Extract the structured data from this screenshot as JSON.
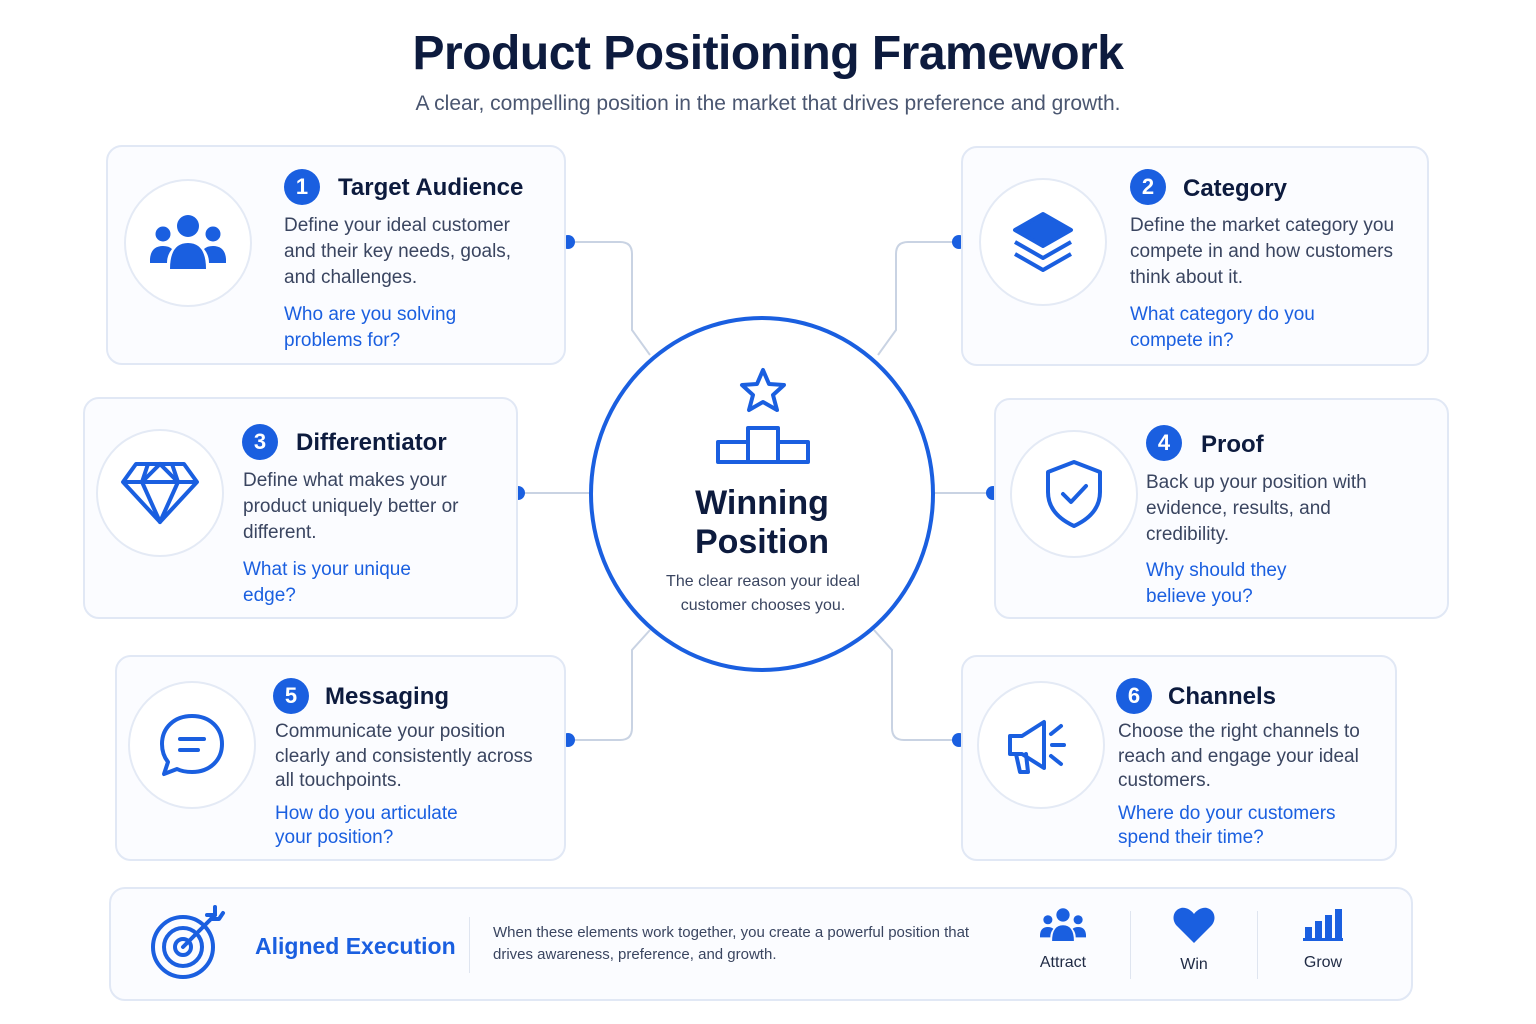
{
  "header": {
    "title": "Product Positioning Framework",
    "subtitle": "A clear, compelling position in the market that drives preference and growth."
  },
  "center": {
    "title_line1": "Winning",
    "title_line2": "Position",
    "description": "The clear reason your ideal customer chooses you.",
    "icon": "podium-star-icon"
  },
  "cards": [
    {
      "number": "1",
      "title": "Target Audience",
      "description": "Define your ideal customer and their key needs, goals, and challenges.",
      "question": "Who are you solving problems for?",
      "icon": "people-icon"
    },
    {
      "number": "2",
      "title": "Category",
      "description": "Define the market category you compete in and how customers think about it.",
      "question": "What category do you compete in?",
      "icon": "layers-icon"
    },
    {
      "number": "3",
      "title": "Differentiator",
      "description": "Define what makes your product uniquely better or different.",
      "question": "What is your unique edge?",
      "icon": "diamond-icon"
    },
    {
      "number": "4",
      "title": "Proof",
      "description": "Back up your position with evidence, results, and credibility.",
      "question": "Why should they believe you?",
      "icon": "shield-check-icon"
    },
    {
      "number": "5",
      "title": "Messaging",
      "description": "Communicate your position clearly and consistently across all touchpoints.",
      "question": "How do you articulate your position?",
      "icon": "chat-bubble-icon"
    },
    {
      "number": "6",
      "title": "Channels",
      "description": "Choose the right channels to reach and engage your ideal customers.",
      "question": "Where do your customers spend their time?",
      "icon": "megaphone-icon"
    }
  ],
  "footer": {
    "title": "Aligned Execution",
    "description": "When these elements work together, you create a powerful position that drives awareness, preference, and growth.",
    "icon": "target-arrow-icon",
    "metrics": [
      {
        "label": "Attract",
        "icon": "people-icon"
      },
      {
        "label": "Win",
        "icon": "heart-icon"
      },
      {
        "label": "Grow",
        "icon": "bar-chart-icon"
      }
    ]
  },
  "colors": {
    "accent": "#1a5fe0",
    "heading": "#0d1b3e",
    "body": "#3a4560",
    "border": "#e1e8f5",
    "connector": "#c9d3e3"
  }
}
